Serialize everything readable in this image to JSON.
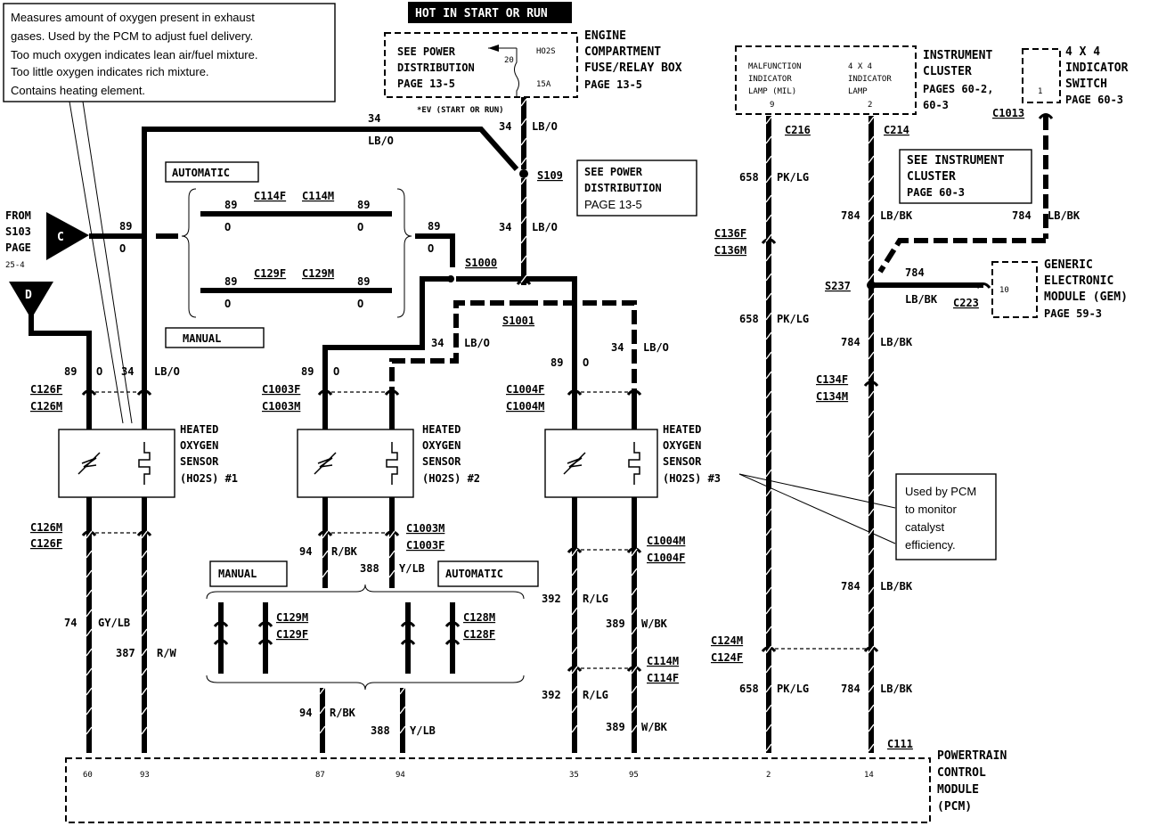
{
  "title_banner": "HOT IN START OR RUN",
  "notes": {
    "ho2s": [
      "Measures amount of oxygen present in exhaust",
      "gases.  Used by the PCM to adjust fuel delivery.",
      "Too much oxygen indicates lean air/fuel mixture.",
      "Too little oxygen indicates rich mixture.",
      "Contains heating element."
    ],
    "catalyst": [
      "Used by PCM",
      "to monitor",
      "catalyst",
      "efficiency."
    ]
  },
  "engine_box": {
    "see": [
      "SEE POWER",
      "DISTRIBUTION",
      "PAGE 13-5"
    ],
    "fuse_num": "20",
    "fuse_name": "HO2S",
    "fuse_amp": "15A",
    "label": [
      "ENGINE",
      "COMPARTMENT",
      "FUSE/RELAY BOX"
    ],
    "page": "PAGE 13-5",
    "ev": "*EV (START OR RUN)"
  },
  "s109": {
    "name": "S109",
    "see": [
      "SEE POWER",
      "DISTRIBUTION",
      "PAGE 13-5"
    ]
  },
  "splices": {
    "s1000": "S1000",
    "s1001": "S1001",
    "s237": "S237"
  },
  "from_c": {
    "letter": "C",
    "text": [
      "FROM",
      "S103",
      "PAGE",
      "25-4"
    ]
  },
  "from_d": {
    "letter": "D"
  },
  "labels": {
    "automatic": "AUTOMATIC",
    "manual": "MANUAL"
  },
  "connectors": {
    "c114f": "C114F",
    "c114m": "C114M",
    "c129f": "C129F",
    "c129m": "C129M",
    "c126f": "C126F",
    "c126m": "C126M",
    "c1003f": "C1003F",
    "c1003m": "C1003M",
    "c1004f": "C1004F",
    "c1004m": "C1004M",
    "c128m": "C128M",
    "c128f": "C128F",
    "c216": "C216",
    "c214": "C214",
    "c1013": "C1013",
    "c136f": "C136F",
    "c136m": "C136M",
    "c134f": "C134F",
    "c134m": "C134M",
    "c124m": "C124M",
    "c124f": "C124F",
    "c223": "C223",
    "c111": "C111"
  },
  "sensors": [
    {
      "lines": [
        "HEATED",
        "OXYGEN",
        "SENSOR",
        "(HO2S)  #1"
      ]
    },
    {
      "lines": [
        "HEATED",
        "OXYGEN",
        "SENSOR",
        "(HO2S)  #2"
      ]
    },
    {
      "lines": [
        "HEATED",
        "OXYGEN",
        "SENSOR",
        "(HO2S)  #3"
      ]
    }
  ],
  "wires": {
    "w34": "34",
    "lbo": "LB/O",
    "w89": "89",
    "o": "O",
    "w74": "74",
    "gylb": "GY/LB",
    "w387": "387",
    "rw": "R/W",
    "w94": "94",
    "rbk": "R/BK",
    "w388": "388",
    "ylb": "Y/LB",
    "w392": "392",
    "rlg": "R/LG",
    "w389": "389",
    "wbk": "W/BK",
    "w658": "658",
    "pklg": "PK/LG",
    "w784": "784",
    "lbbk": "LB/BK"
  },
  "cluster": {
    "mil": [
      "MALFUNCTION",
      "INDICATOR",
      "LAMP (MIL)"
    ],
    "mil_pin": "9",
    "x4": [
      "4 X 4",
      "INDICATOR",
      "LAMP"
    ],
    "x4_pin": "2",
    "label": [
      "INSTRUMENT",
      "CLUSTER",
      "PAGES 60-2,",
      "60-3"
    ],
    "see": [
      "SEE  INSTRUMENT",
      "CLUSTER",
      "PAGE 60-3"
    ]
  },
  "switch4x4": {
    "label": [
      "4 X 4",
      "INDICATOR",
      "SWITCH",
      "PAGE 60-3"
    ],
    "pin": "1"
  },
  "gem": {
    "pin": "10",
    "label": [
      "GENERIC",
      "ELECTRONIC",
      "MODULE  (GEM)",
      "PAGE 59-3"
    ]
  },
  "pcm": {
    "label": [
      "POWERTRAIN",
      "CONTROL",
      "MODULE",
      "(PCM)"
    ],
    "pins": [
      "60",
      "93",
      "87",
      "94",
      "35",
      "95",
      "2",
      "14"
    ]
  }
}
